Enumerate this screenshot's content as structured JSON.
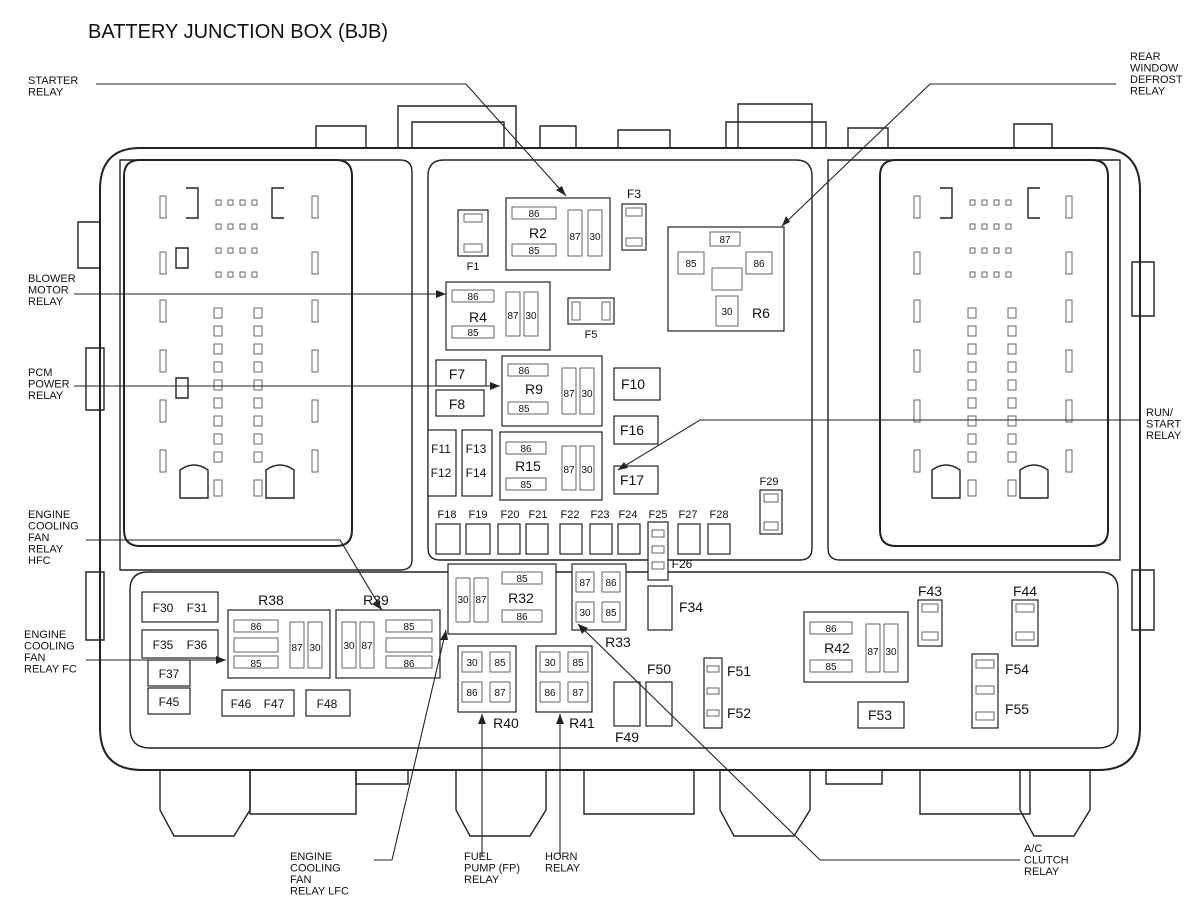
{
  "title": "BATTERY JUNCTION BOX (BJB)",
  "callouts": {
    "starter_relay": [
      "STARTER",
      "RELAY"
    ],
    "rear_window_defrost_relay": [
      "REAR",
      "WINDOW",
      "DEFROST",
      "RELAY"
    ],
    "blower_motor_relay": [
      "BLOWER",
      "MOTOR",
      "RELAY"
    ],
    "pcm_power_relay": [
      "PCM",
      "POWER",
      "RELAY"
    ],
    "run_start_relay": [
      "RUN/",
      "START",
      "RELAY"
    ],
    "engine_cooling_fan_relay_hfc": [
      "ENGINE",
      "COOLING",
      "FAN",
      "RELAY",
      "HFC"
    ],
    "engine_cooling_fan_relay_fc": [
      "ENGINE",
      "COOLING",
      "FAN",
      "RELAY FC"
    ],
    "engine_cooling_fan_relay_lfc": [
      "ENGINE",
      "COOLING",
      "FAN",
      "RELAY LFC"
    ],
    "fuel_pump_relay": [
      "FUEL",
      "PUMP (FP)",
      "RELAY"
    ],
    "horn_relay": [
      "HORN",
      "RELAY"
    ],
    "ac_clutch_relay": [
      "A/C",
      "CLUTCH",
      "RELAY"
    ]
  },
  "relays": {
    "R2": {
      "label": "R2",
      "p1": "86",
      "p2": "85",
      "p3": "87",
      "p4": "30"
    },
    "R4": {
      "label": "R4",
      "p1": "86",
      "p2": "85",
      "p3": "87",
      "p4": "30"
    },
    "R6": {
      "label": "R6",
      "p1": "87",
      "p2": "85",
      "p3": "86",
      "p4": "30"
    },
    "R9": {
      "label": "R9",
      "p1": "86",
      "p2": "85",
      "p3": "87",
      "p4": "30"
    },
    "R15": {
      "label": "R15",
      "p1": "86",
      "p2": "85",
      "p3": "87",
      "p4": "30"
    },
    "R32": {
      "label": "R32",
      "p1": "85",
      "p2": "86",
      "p3": "30",
      "p4": "87"
    },
    "R33": {
      "label": "R33",
      "p1": "87",
      "p2": "86",
      "p3": "30",
      "p4": "85"
    },
    "R38": {
      "label": "R38",
      "p1": "86",
      "p2": "85",
      "p3": "87",
      "p4": "30"
    },
    "R39": {
      "label": "R39",
      "p1": "85",
      "p2": "86",
      "p3": "30",
      "p4": "87"
    },
    "R40": {
      "label": "R40",
      "p1": "30",
      "p2": "85",
      "p3": "86",
      "p4": "87"
    },
    "R41": {
      "label": "R41",
      "p1": "30",
      "p2": "85",
      "p3": "86",
      "p4": "87"
    },
    "R42": {
      "label": "R42",
      "p1": "86",
      "p2": "85",
      "p3": "87",
      "p4": "30"
    }
  },
  "fuses": {
    "F1": "F1",
    "F3": "F3",
    "F5": "F5",
    "F7": "F7",
    "F8": "F8",
    "F10": "F10",
    "F11": "F11",
    "F12": "F12",
    "F13": "F13",
    "F14": "F14",
    "F16": "F16",
    "F17": "F17",
    "F18": "F18",
    "F19": "F19",
    "F20": "F20",
    "F21": "F21",
    "F22": "F22",
    "F23": "F23",
    "F24": "F24",
    "F25": "F25",
    "F26": "F26",
    "F27": "F27",
    "F28": "F28",
    "F29": "F29",
    "F30": "F30",
    "F31": "F31",
    "F34": "F34",
    "F35": "F35",
    "F36": "F36",
    "F37": "F37",
    "F43": "F43",
    "F44": "F44",
    "F45": "F45",
    "F46": "F46",
    "F47": "F47",
    "F48": "F48",
    "F49": "F49",
    "F50": "F50",
    "F51": "F51",
    "F52": "F52",
    "F53": "F53",
    "F54": "F54",
    "F55": "F55"
  }
}
